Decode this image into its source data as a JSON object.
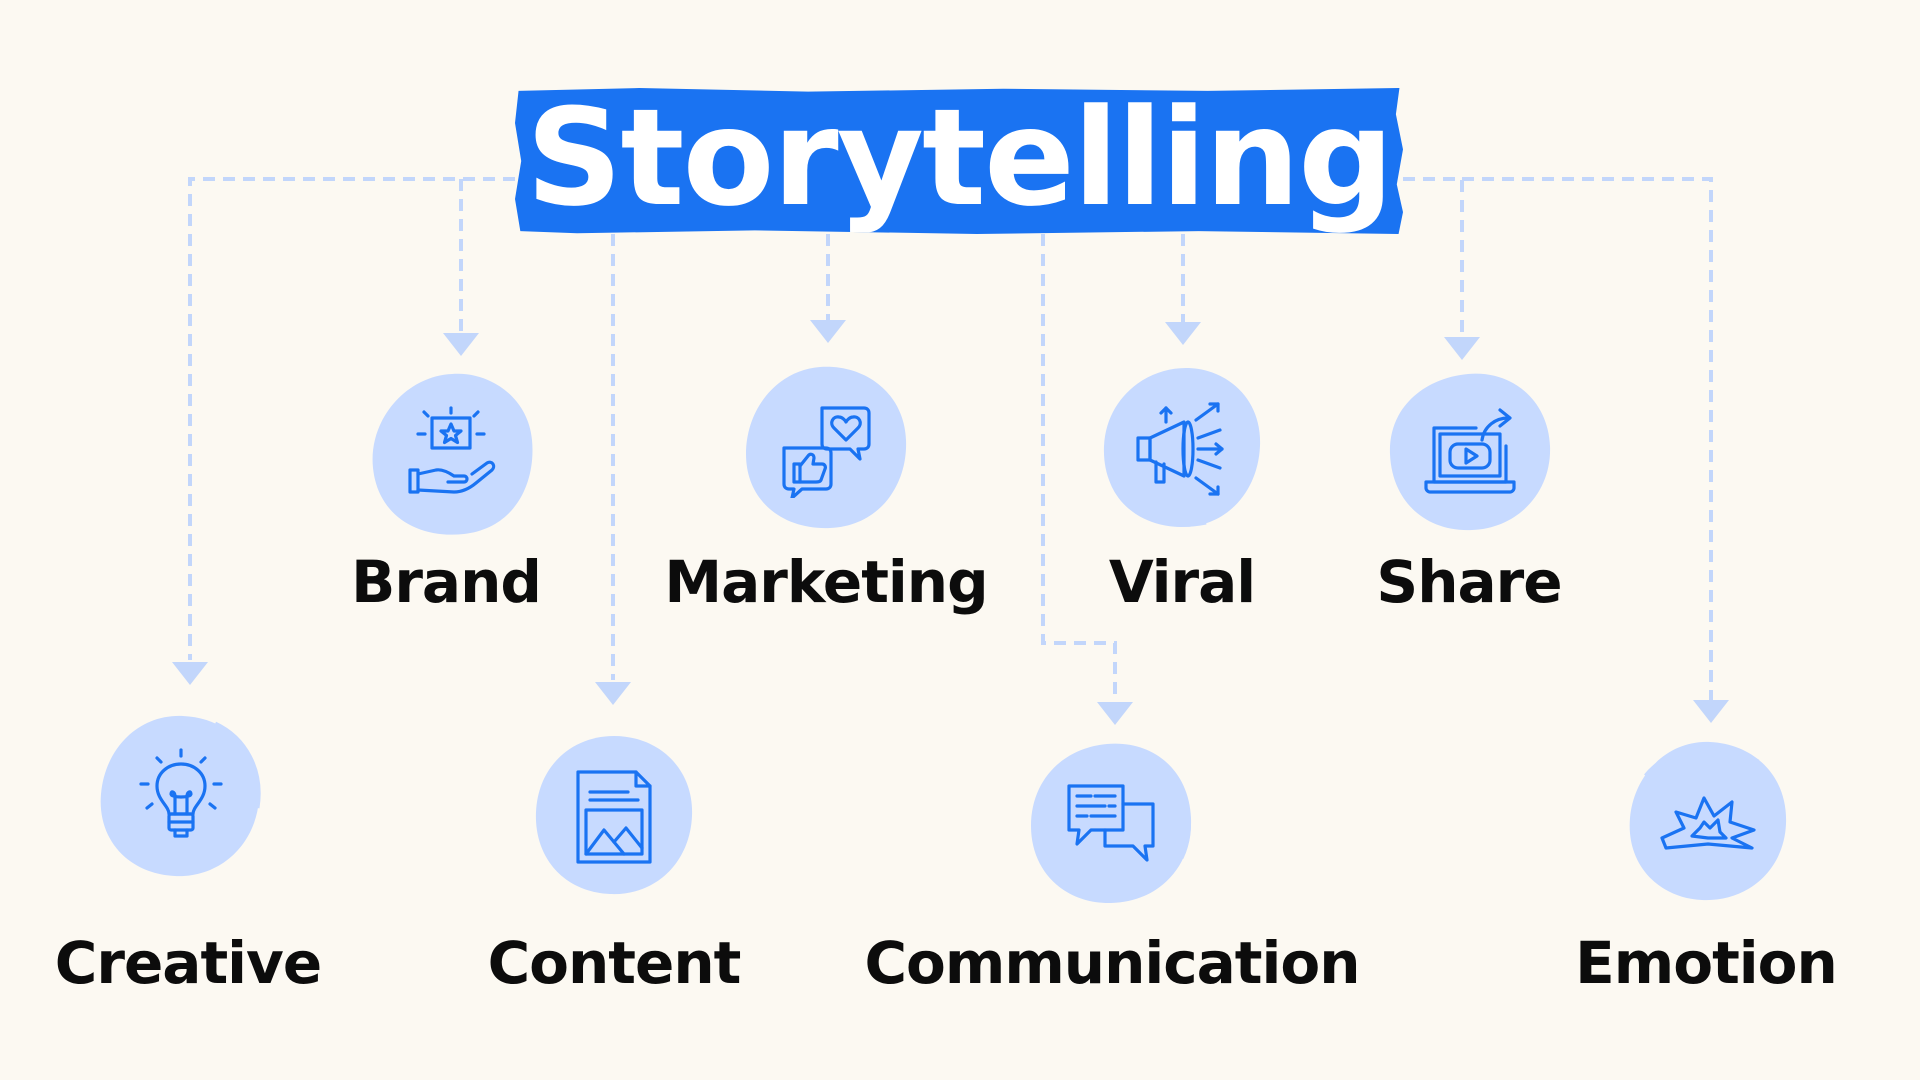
{
  "title": "Storytelling",
  "colors": {
    "background": "#fcf9f2",
    "title_banner": "#1a73f2",
    "title_text": "#ffffff",
    "icon_circle": "#c7daff",
    "icon_stroke": "#1a73f2",
    "connector": "#c2d6fb",
    "label": "#0c0c0c"
  },
  "nodes": [
    {
      "id": "creative",
      "label": "Creative",
      "icon": "lightbulb-icon"
    },
    {
      "id": "brand",
      "label": "Brand",
      "icon": "hand-star-icon"
    },
    {
      "id": "content",
      "label": "Content",
      "icon": "image-document-icon"
    },
    {
      "id": "marketing",
      "label": "Marketing",
      "icon": "like-heart-bubbles-icon"
    },
    {
      "id": "communication",
      "label": "Communication",
      "icon": "chat-bubbles-icon"
    },
    {
      "id": "viral",
      "label": "Viral",
      "icon": "megaphone-icon"
    },
    {
      "id": "share",
      "label": "Share",
      "icon": "laptop-share-icon"
    },
    {
      "id": "emotion",
      "label": "Emotion",
      "icon": "burst-icon"
    }
  ]
}
